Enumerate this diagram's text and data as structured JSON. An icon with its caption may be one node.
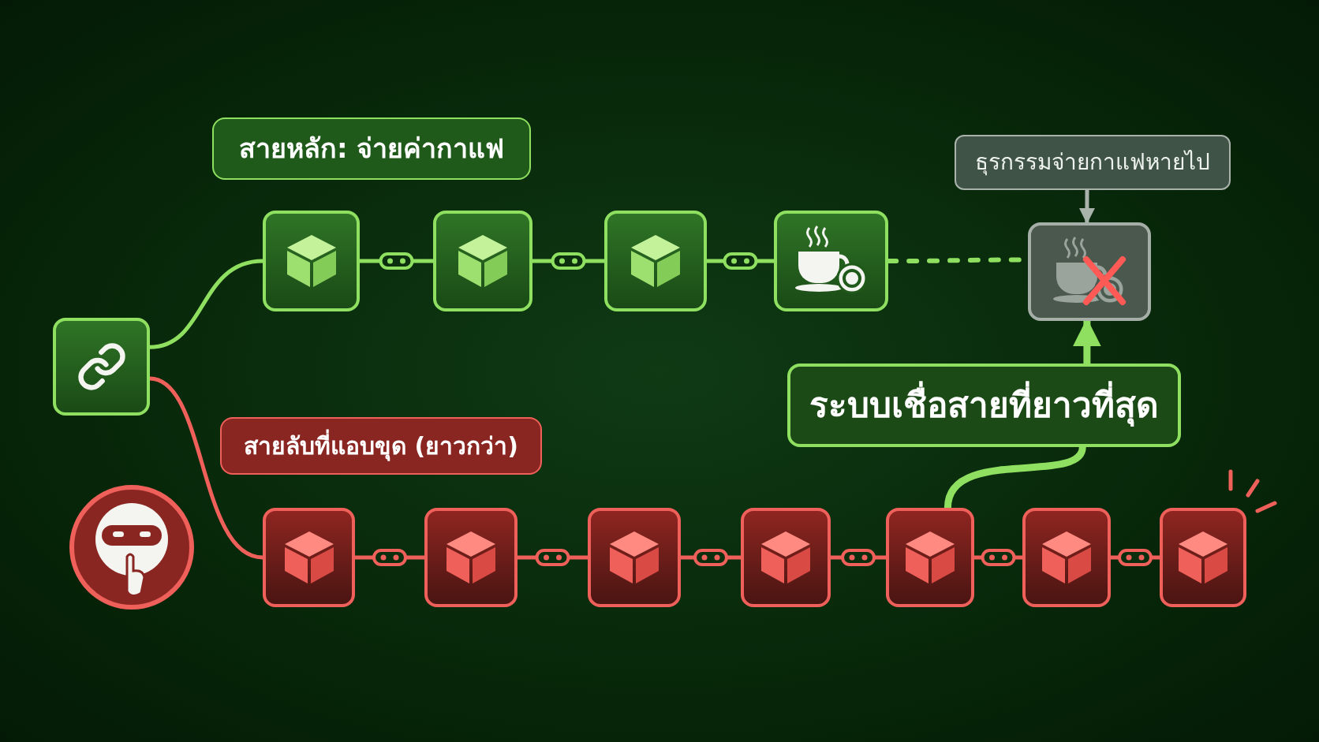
{
  "diagram": {
    "nodes": [
      {
        "text": [],
        "shape": "box"
      },
      {
        "text": [
          "สายหลัก: จ่ายค่ากาแฟ"
        ]
      },
      {
        "text": [],
        "shape": "box"
      },
      {
        "text": [],
        "shape": "box"
      },
      {
        "text": [],
        "shape": "box"
      },
      {
        "text": [],
        "shape": "box"
      },
      {
        "text": [],
        "shape": "box"
      },
      {
        "text": [
          "ธุรกรรมจ่ายกาแฟหายไป"
        ]
      },
      {
        "text": [
          "ระบบเชื่อสายที่ยาวที่สุด"
        ]
      },
      {
        "text": [
          "สายลับที่แอบขุด (ยาวกว่า)"
        ]
      },
      {
        "text": [],
        "shape": "box"
      },
      {
        "text": [],
        "shape": "box"
      },
      {
        "text": [],
        "shape": "box"
      },
      {
        "text": [],
        "shape": "box"
      },
      {
        "text": [],
        "shape": "box"
      },
      {
        "text": [],
        "shape": "box"
      },
      {
        "text": [],
        "shape": "box"
      }
    ],
    "edges": [
      {
        "from": 0,
        "to": 2,
        "arrow": "none"
      },
      {
        "from": 2,
        "to": 3,
        "arrow": "none"
      },
      {
        "from": 3,
        "to": 4,
        "arrow": "none"
      },
      {
        "from": 4,
        "to": 5,
        "arrow": "none"
      },
      {
        "from": 5,
        "to": 6,
        "arrow": "none",
        "style": "dashed"
      },
      {
        "from": 7,
        "to": 6,
        "arrow": "to",
        "color": "#a9b3ac"
      },
      {
        "from": 8,
        "to": 6,
        "arrow": "to",
        "style": "thick"
      },
      {
        "from": 14,
        "to": 8,
        "arrow": "none",
        "style": "thick"
      },
      {
        "from": 0,
        "to": 10,
        "arrow": "none",
        "color": "#f0605a"
      },
      {
        "from": 10,
        "to": 11,
        "arrow": "none",
        "color": "#f0605a"
      },
      {
        "from": 11,
        "to": 12,
        "arrow": "none",
        "color": "#f0605a"
      },
      {
        "from": 12,
        "to": 13,
        "arrow": "none",
        "color": "#f0605a"
      },
      {
        "from": 13,
        "to": 14,
        "arrow": "none",
        "color": "#f0605a"
      },
      {
        "from": 14,
        "to": 15,
        "arrow": "none",
        "color": "#f0605a"
      },
      {
        "from": 15,
        "to": 16,
        "arrow": "none",
        "color": "#f0605a"
      }
    ]
  }
}
